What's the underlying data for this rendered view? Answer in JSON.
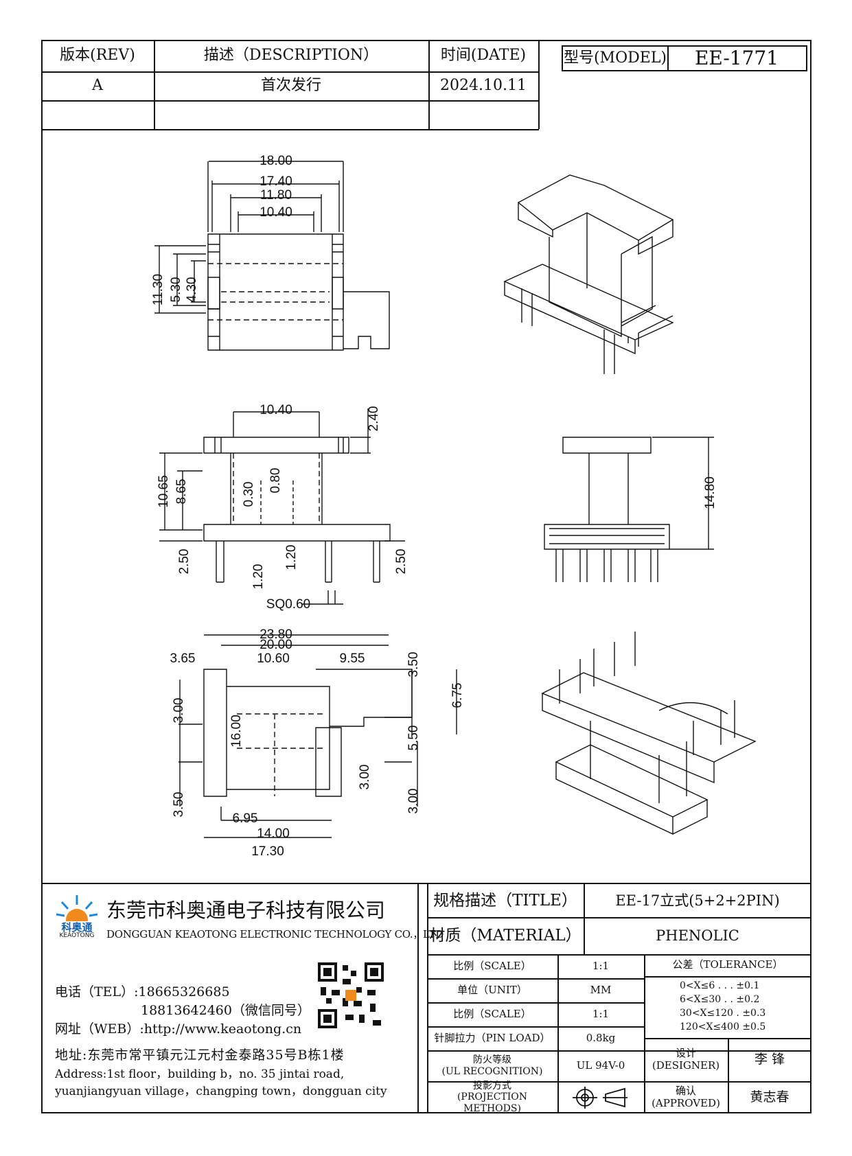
{
  "revision_table": {
    "headers": [
      "版本(REV)",
      "描述（DESCRIPTION）",
      "时间(DATE)"
    ],
    "rows": [
      {
        "rev": "A",
        "description": "首次发行",
        "date": "2024.10.11"
      },
      {
        "rev": "",
        "description": "",
        "date": ""
      }
    ]
  },
  "model": {
    "label": "型号(MODEL)",
    "value": "EE-1771"
  },
  "dimensions": {
    "top_view": [
      "18.00",
      "17.40",
      "11.80",
      "10.40",
      "11.30",
      "5.30",
      "4.30"
    ],
    "front_view": [
      "10.40",
      "2.40",
      "10.65",
      "8.65",
      "0.30",
      "0.80",
      "2.50",
      "1.20",
      "1.20",
      "2.50",
      "SQ0.60"
    ],
    "side_view": [
      "14.80"
    ],
    "bottom_view": [
      "23.80",
      "20.00",
      "3.65",
      "10.60",
      "9.55",
      "3.50",
      "6.75",
      "3.00",
      "16.00",
      "5.50",
      "3.00",
      "3.00",
      "3.50",
      "6.95",
      "14.00",
      "17.30"
    ]
  },
  "company": {
    "logo_text": "科奥通",
    "logo_sub": "KEAOTONG",
    "name_cn": "东莞市科奥通电子科技有限公司",
    "name_en": "DONGGUAN KEAOTONG ELECTRONIC TECHNOLOGY CO.，LTD",
    "tel_label": "电话（TEL）:18665326685",
    "tel2": "18813642460（微信同号）",
    "web": "网址（WEB）:http://www.keaotong.cn",
    "address_cn": "地址:东莞市常平镇元江元村金泰路35号B栋1楼",
    "address_en_1": "Address:1st floor，building b，no. 35 jintai road,",
    "address_en_2": "yuanjiangyuan village，changping town，dongguan city"
  },
  "title_block": {
    "title_label": "规格描述（TITLE）",
    "title_value": "EE-17立式(5+2+2PIN)",
    "material_label": "材质（MATERIAL）",
    "material_value": "PHENOLIC",
    "rows": [
      {
        "label": "比例（SCALE）",
        "value": "1:1"
      },
      {
        "label": "单位（UNIT）",
        "value": "MM"
      },
      {
        "label": "比例（SCALE）",
        "value": "1:1"
      },
      {
        "label": "针脚拉力（PIN LOAD）",
        "value": "0.8kg"
      },
      {
        "label": "防火等级\n(UL RECOGNITION)",
        "value": "UL 94V-0"
      },
      {
        "label": "投影方式\n(PROJECTION METHODS)",
        "value": ""
      }
    ],
    "tolerance_label": "公差（TOLERANCE）",
    "tolerance": [
      "0<X≤6 . . . ±0.1",
      "6<X≤30 . . ±0.2",
      "30<X≤120 . ±0.3",
      "120<X≤400 ±0.5"
    ],
    "designer_label": "设计\n(DESIGNER)",
    "designer": "李  锋",
    "approved_label": "确认\n(APPROVED)",
    "approved": "黄志春"
  }
}
